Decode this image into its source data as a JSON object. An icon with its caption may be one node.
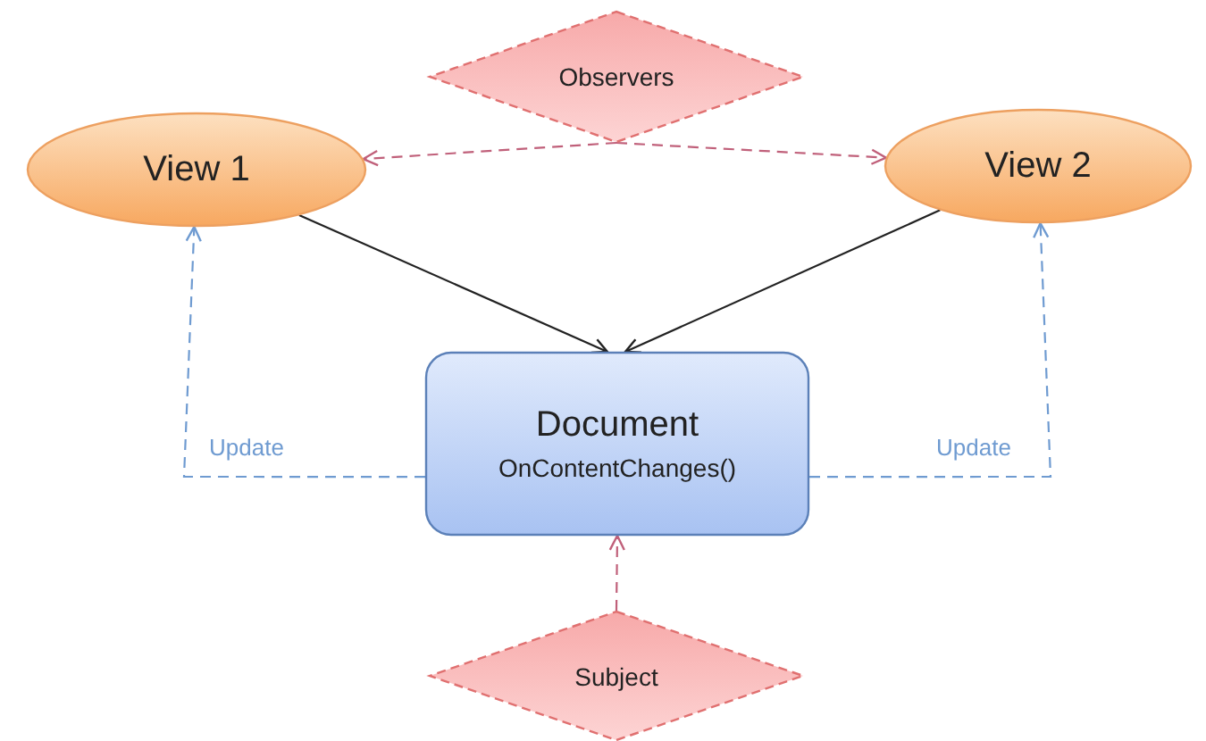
{
  "diagram": {
    "nodes": [
      {
        "text": [
          "Observers"
        ]
      },
      {
        "text": [
          "View 1"
        ]
      },
      {
        "text": [
          "View 2"
        ]
      },
      {
        "text": [
          "Document",
          "OnContentChanges()"
        ]
      },
      {
        "text": [
          "Subject"
        ]
      }
    ],
    "edges": [
      {
        "from": 0,
        "to": 1,
        "arrow": "to",
        "style": "dashed",
        "color": "#c0607a"
      },
      {
        "from": 0,
        "to": 2,
        "arrow": "to",
        "style": "dashed",
        "color": "#c0607a"
      },
      {
        "from": 1,
        "to": 3,
        "arrow": "to",
        "color": "#222222"
      },
      {
        "from": 2,
        "to": 3,
        "arrow": "to",
        "color": "#222222"
      },
      {
        "from": 3,
        "to": 1,
        "arrow": "to",
        "label": "Update",
        "style": "dashed",
        "color": "#6f9bd1"
      },
      {
        "from": 3,
        "to": 2,
        "arrow": "to",
        "label": "Update",
        "style": "dashed",
        "color": "#6f9bd1"
      },
      {
        "from": 4,
        "to": 3,
        "arrow": "to",
        "style": "dashed",
        "color": "#c0607a"
      }
    ]
  }
}
